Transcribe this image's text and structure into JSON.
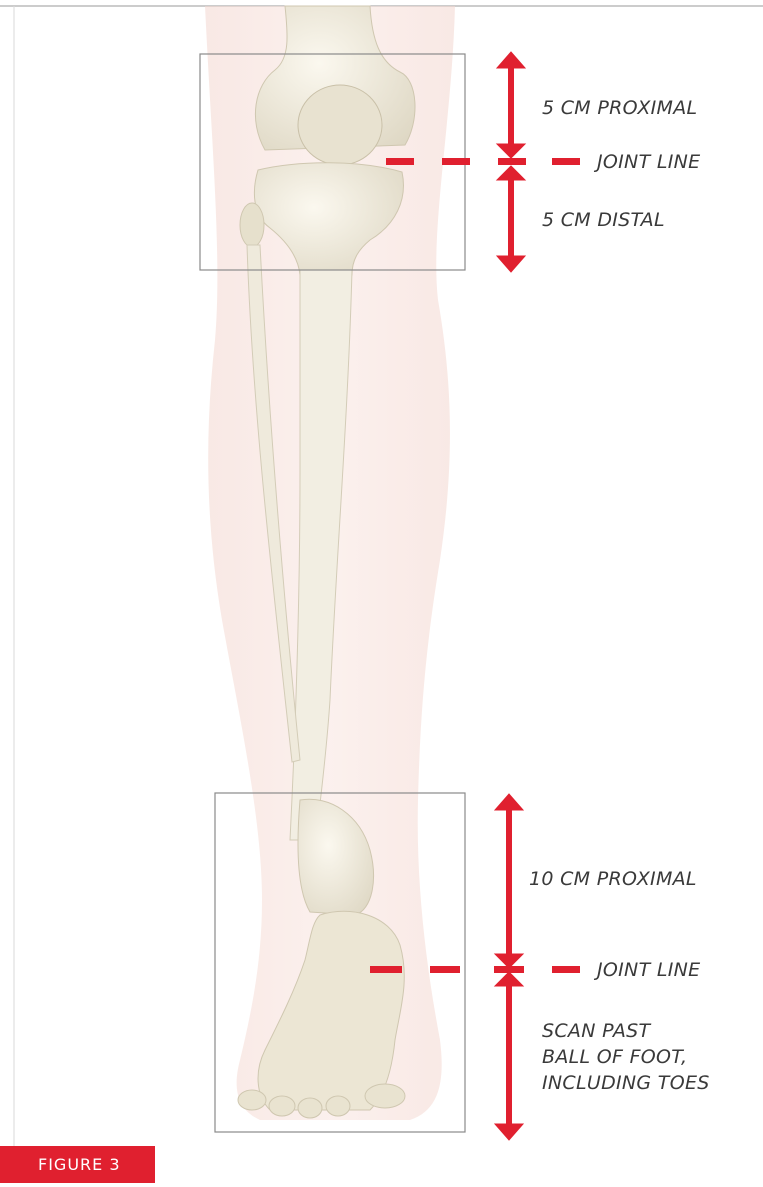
{
  "figure_label": "FIGURE 3",
  "colors": {
    "accent": "#e0202f",
    "bone": "#ece7d8",
    "skin": "#f6dcd6",
    "box_border": "#8a8a8a",
    "text": "#3a3a3a"
  },
  "knee": {
    "upper_label": "5 CM PROXIMAL",
    "joint_label": "JOINT LINE",
    "lower_label": "5 CM DISTAL"
  },
  "ankle": {
    "upper_label": "10 CM PROXIMAL",
    "joint_label": "JOINT LINE",
    "lower_label": "SCAN PAST\nBALL OF FOOT,\nINCLUDING TOES"
  }
}
